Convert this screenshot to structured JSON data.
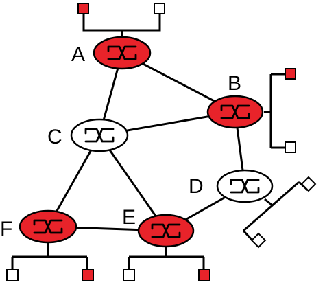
{
  "diagram": {
    "colors": {
      "highlighted": "#e8232a",
      "normal": "#ffffff",
      "line": "#000000"
    },
    "nodes": [
      {
        "id": "A",
        "label": "A",
        "state": "highlighted",
        "hosts": [
          "highlighted",
          "normal"
        ]
      },
      {
        "id": "B",
        "label": "B",
        "state": "highlighted",
        "hosts": [
          "highlighted",
          "normal"
        ]
      },
      {
        "id": "C",
        "label": "C",
        "state": "normal",
        "hosts": []
      },
      {
        "id": "D",
        "label": "D",
        "state": "normal",
        "hosts": [
          "normal",
          "normal"
        ]
      },
      {
        "id": "E",
        "label": "E",
        "state": "highlighted",
        "hosts": [
          "normal",
          "highlighted"
        ]
      },
      {
        "id": "F",
        "label": "F",
        "state": "highlighted",
        "hosts": [
          "normal",
          "highlighted"
        ]
      }
    ],
    "links": [
      [
        "A",
        "B"
      ],
      [
        "A",
        "C"
      ],
      [
        "B",
        "C"
      ],
      [
        "B",
        "D"
      ],
      [
        "C",
        "E"
      ],
      [
        "C",
        "F"
      ],
      [
        "D",
        "E"
      ],
      [
        "E",
        "F"
      ]
    ]
  }
}
